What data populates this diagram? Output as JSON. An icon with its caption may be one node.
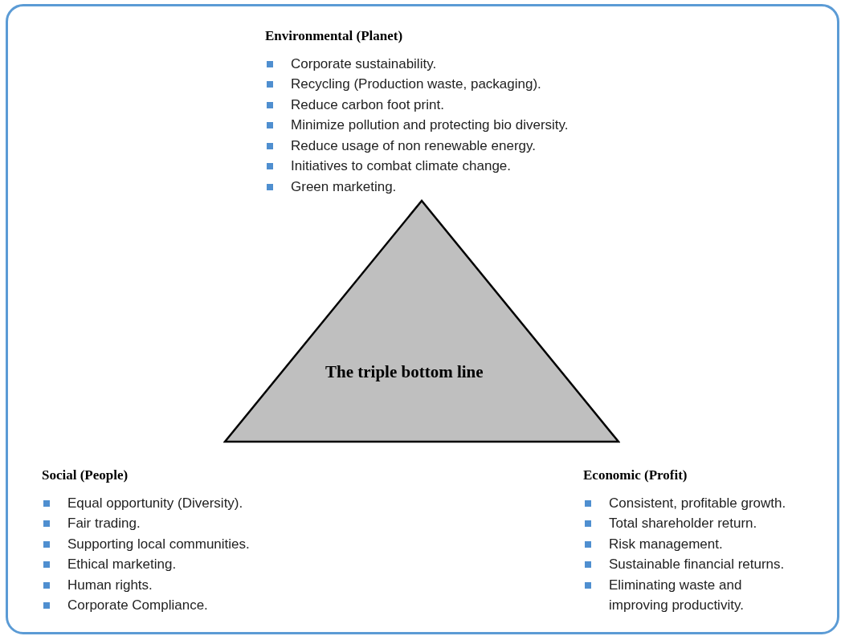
{
  "diagram": {
    "nodes": [
      {
        "text": [
          "The triple bottom line"
        ]
      }
    ],
    "labels": [
      "Environmental (Planet)",
      "Corporate sustainability.",
      "Recycling (Production waste, packaging).",
      "Reduce carbon foot print.",
      "Minimize pollution and protecting bio diversity.",
      "Reduce usage of non renewable energy.",
      "Initiatives to combat climate change.",
      "Green marketing.",
      "Social (People)",
      "Equal opportunity (Diversity).",
      "Fair trading.",
      "Supporting local communities.",
      "Ethical marketing.",
      "Human rights.",
      "Corporate Compliance.",
      "Economic (Profit)",
      "Consistent, profitable growth.",
      "Total shareholder return.",
      "Risk management.",
      "Sustainable financial returns.",
      "Eliminating waste and improving productivity."
    ]
  }
}
